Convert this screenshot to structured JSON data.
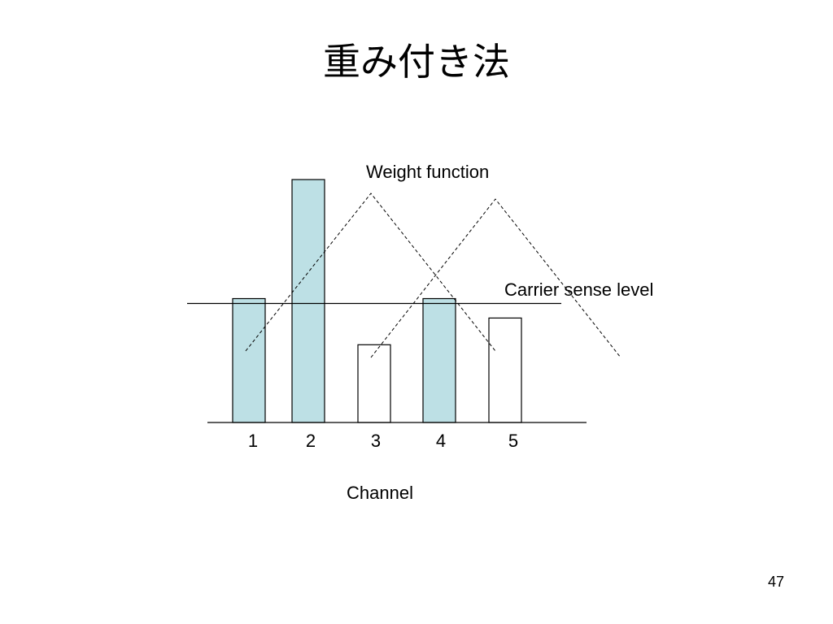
{
  "slide": {
    "title": "重み付き法",
    "page_number": "47"
  },
  "diagram": {
    "labels": {
      "weight_function": "Weight function",
      "carrier_sense_level": "Carrier sense level",
      "x_axis": "Channel"
    },
    "channels": [
      {
        "label": "1",
        "level": 0.51,
        "highlighted": true
      },
      {
        "label": "2",
        "level": 1.0,
        "highlighted": true
      },
      {
        "label": "3",
        "level": 0.32,
        "highlighted": false
      },
      {
        "label": "4",
        "level": 0.51,
        "highlighted": true
      },
      {
        "label": "5",
        "level": 0.43,
        "highlighted": false
      }
    ],
    "carrier_sense_threshold": 0.49,
    "colors": {
      "highlight_fill": "#bde0e5",
      "plain_fill": "#ffffff",
      "stroke": "#000000"
    }
  }
}
